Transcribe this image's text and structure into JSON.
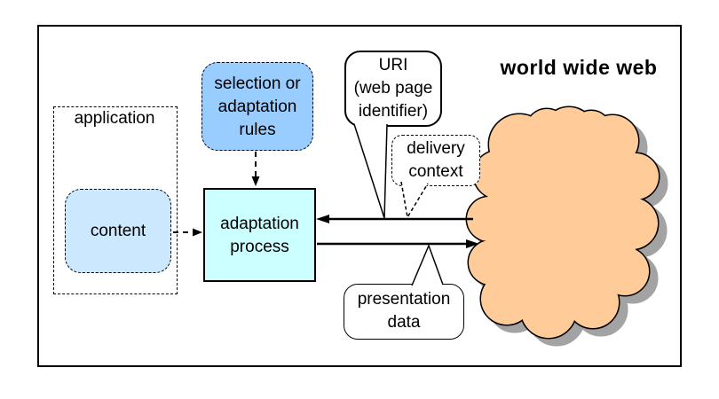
{
  "figure": {
    "www_label": "world wide web",
    "application": {
      "label": "application"
    },
    "content": {
      "label": "content"
    },
    "selection_rules": {
      "lines": [
        "selection or",
        "adaptation",
        "rules"
      ]
    },
    "adaptation_process": {
      "lines": [
        "adaptation",
        "process"
      ]
    },
    "uri_callout": {
      "lines": [
        "URI",
        "(web page",
        "identifier)"
      ]
    },
    "delivery_context": {
      "lines": [
        "delivery",
        "context"
      ]
    },
    "presentation_data": {
      "lines": [
        "presentation",
        "data"
      ]
    },
    "colors": {
      "rules_fill": "#99ccff",
      "content_fill": "#cce8ff",
      "adaptation_fill": "#ccffff",
      "cloud_fill": "#ffcc99",
      "cloud_shadow": "#a3a3a3",
      "line": "#000000"
    }
  }
}
